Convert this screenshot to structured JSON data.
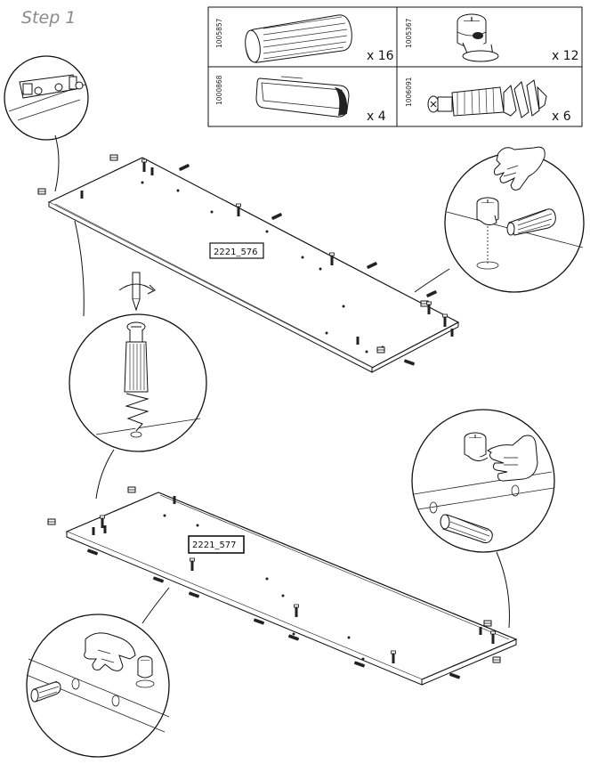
{
  "step": {
    "title": "Step 1"
  },
  "parts": [
    {
      "code": "1005857",
      "quantity": "x 16",
      "icon": "wooden-dowel-icon"
    },
    {
      "code": "1005367",
      "quantity": "x 12",
      "icon": "cam-lock-icon"
    },
    {
      "code": "1000868",
      "quantity": "x 4",
      "icon": "shelf-support-icon"
    },
    {
      "code": "1006091",
      "quantity": "x 6",
      "icon": "cam-bolt-icon"
    }
  ],
  "panels": [
    {
      "label": "2221_576"
    },
    {
      "label": "2221_577"
    }
  ]
}
